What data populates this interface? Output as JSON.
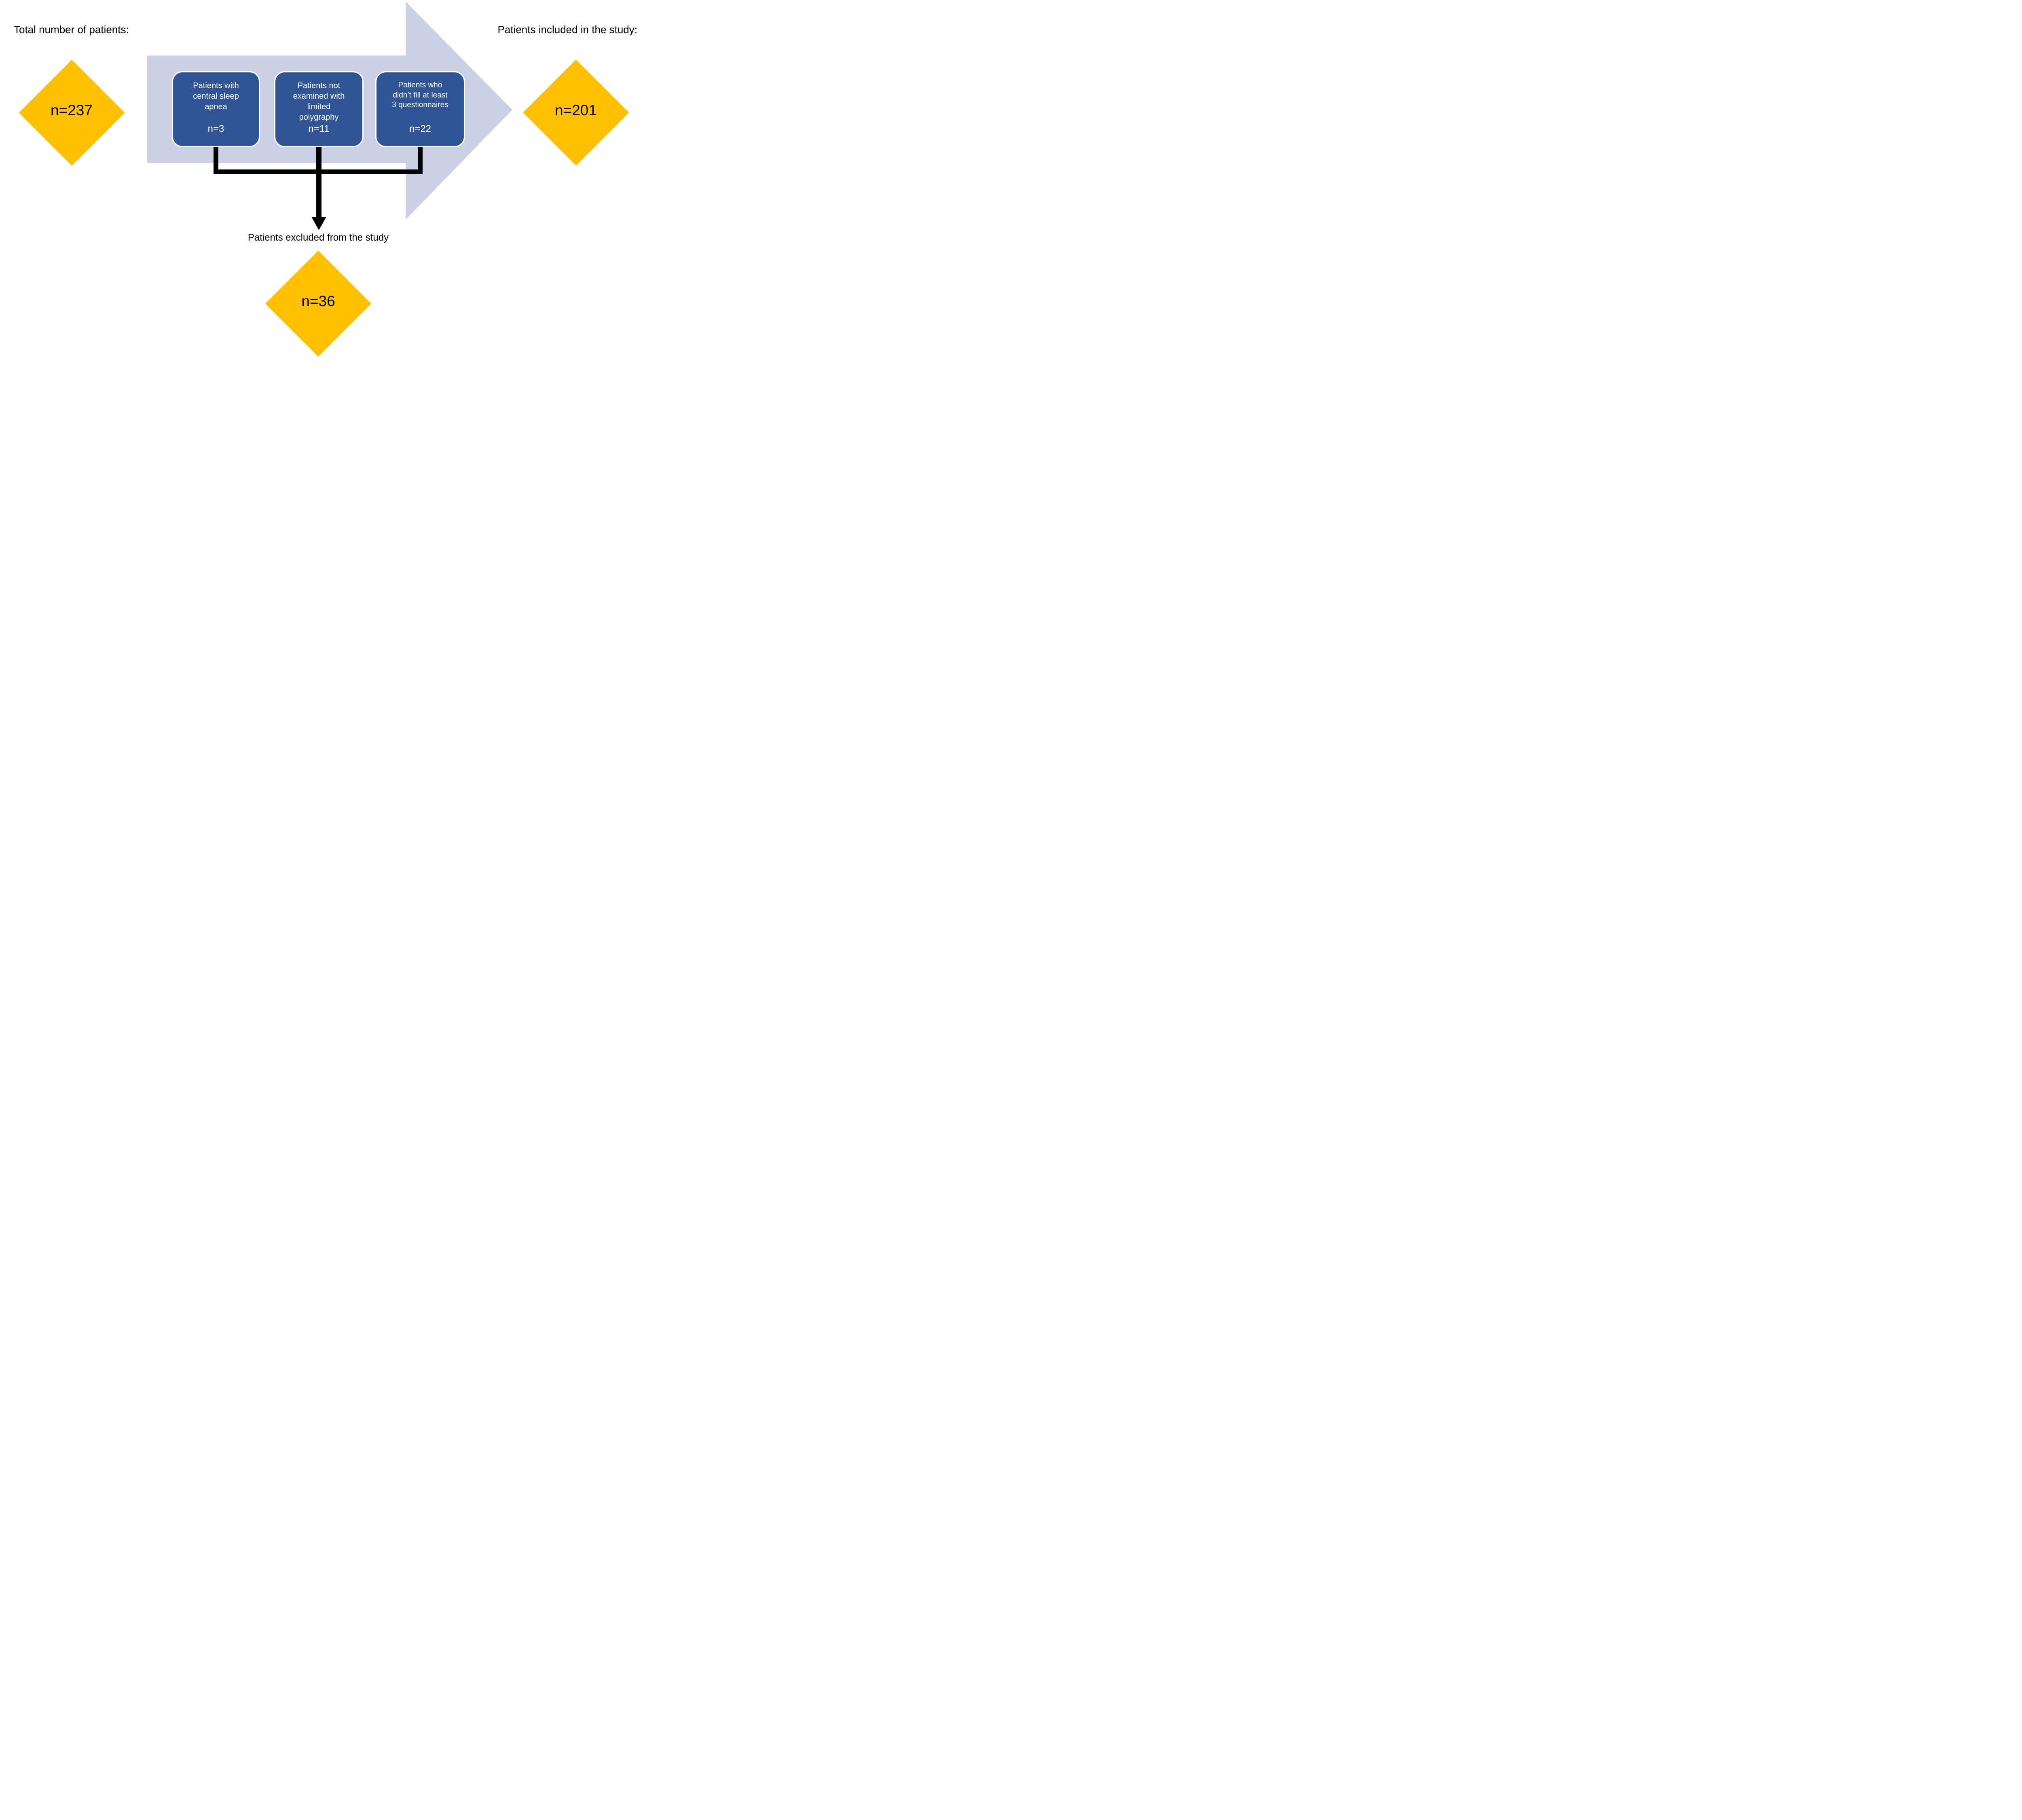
{
  "figure": {
    "left_title": "Total number of patients:",
    "right_title": "Patients included in the study:",
    "excluded_caption": "Patients excluded from the study"
  },
  "diamonds": {
    "total": "n=237",
    "included": "n=201",
    "excluded": "n=36"
  },
  "exclusion_boxes": [
    {
      "label": "Patients with\ncentral sleep\napnea",
      "n": "n=3"
    },
    {
      "label": "Patients not\nexamined with\nlimited\npolygraphy",
      "n": "n=11"
    },
    {
      "label": "Patients who\ndidn’t fill at least\n3 questionnaires",
      "n": "n=22"
    }
  ],
  "colors": {
    "arrow_fill": "#CBD0E6",
    "box_fill": "#2F5597",
    "box_border": "#FFFFFF",
    "box_text": "#FFFFFF",
    "diamond_fill": "#FFC000",
    "connector": "#000000",
    "text": "#000000"
  }
}
